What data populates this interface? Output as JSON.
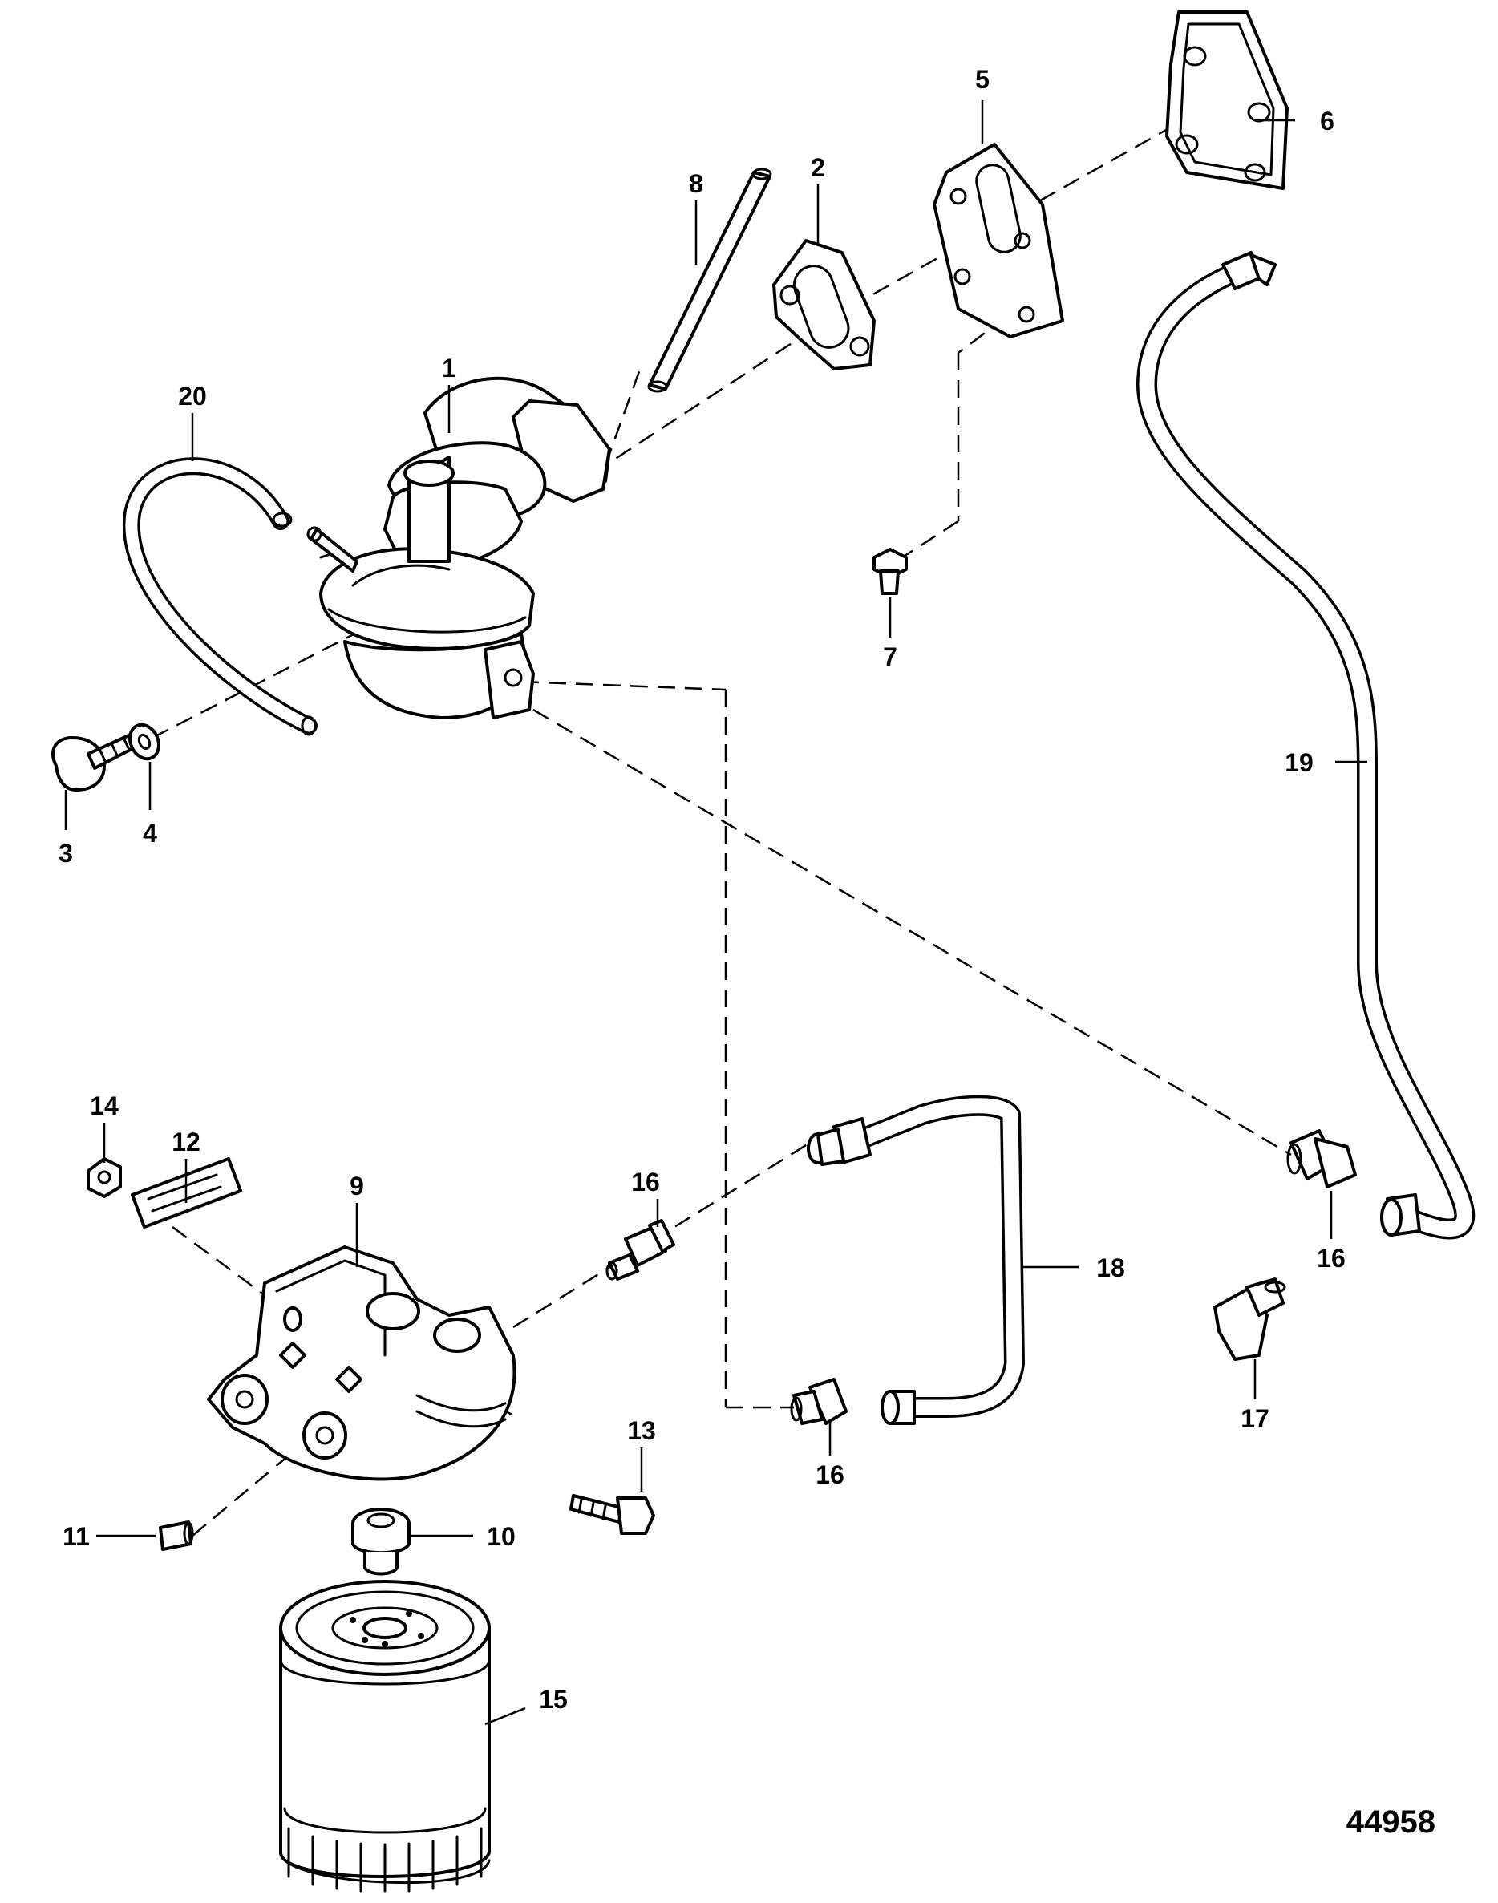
{
  "figure_number": "44958",
  "callouts": [
    {
      "id": "c1",
      "text": "1"
    },
    {
      "id": "c2",
      "text": "2"
    },
    {
      "id": "c3",
      "text": "3"
    },
    {
      "id": "c4",
      "text": "4"
    },
    {
      "id": "c5",
      "text": "5"
    },
    {
      "id": "c6",
      "text": "6"
    },
    {
      "id": "c7",
      "text": "7"
    },
    {
      "id": "c8",
      "text": "8"
    },
    {
      "id": "c9",
      "text": "9"
    },
    {
      "id": "c10",
      "text": "10"
    },
    {
      "id": "c11",
      "text": "11"
    },
    {
      "id": "c12",
      "text": "12"
    },
    {
      "id": "c13",
      "text": "13"
    },
    {
      "id": "c14",
      "text": "14"
    },
    {
      "id": "c15",
      "text": "15"
    },
    {
      "id": "c16a",
      "text": "16"
    },
    {
      "id": "c16b",
      "text": "16"
    },
    {
      "id": "c16c",
      "text": "16"
    },
    {
      "id": "c17",
      "text": "17"
    },
    {
      "id": "c18",
      "text": "18"
    },
    {
      "id": "c19",
      "text": "19"
    },
    {
      "id": "c20",
      "text": "20"
    }
  ]
}
